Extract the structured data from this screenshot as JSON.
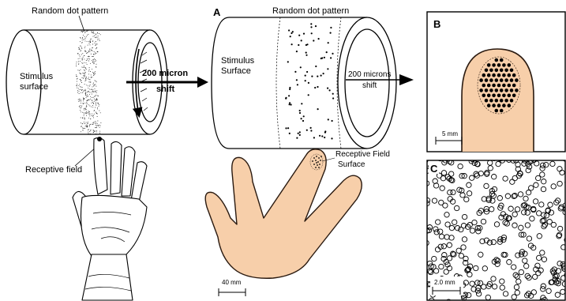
{
  "left_illustration": {
    "pattern_label": "Random dot pattern",
    "surface_label_line1": "Stimulus",
    "surface_label_line2": "surface",
    "shift_label_line1": "200 micron",
    "shift_label_line2": "shift",
    "field_label": "Receptive field"
  },
  "panel_a": {
    "letter": "A",
    "pattern_label": "Random dot pattern",
    "surface_label_line1": "Stimulus",
    "surface_label_line2": "Surface",
    "shift_label_line1": "200 microns",
    "shift_label_line2": "shift",
    "field_label_line1": "Receptive Field",
    "field_label_line2": "Surface",
    "scale_label": "40 mm"
  },
  "panel_b": {
    "letter": "B",
    "scale_label": "5 mm"
  },
  "panel_c": {
    "letter": "C",
    "scale_label": "2.0 mm"
  },
  "colors": {
    "skin": "#f7cfaa",
    "skin_outline": "#2a1a10",
    "line": "#000000"
  }
}
